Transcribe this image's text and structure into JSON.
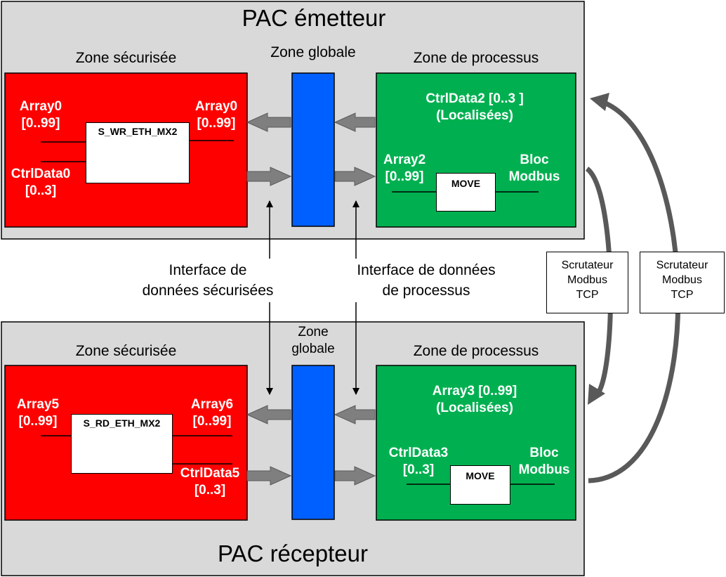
{
  "colors": {
    "panel": "#d9d9d9",
    "secure_zone": "#ff0000",
    "global_zone": "#0060ff",
    "process_zone": "#00b050",
    "arrow": "#777777"
  },
  "sender": {
    "title": "PAC émetteur",
    "secure_zone_title": "Zone sécurisée",
    "global_zone_title": "Zone globale",
    "process_zone_title": "Zone de processus",
    "block_label": "S_WR_ETH_MX2",
    "in_array": [
      "Array0",
      "[0..99]"
    ],
    "in_ctrl": [
      "CtrlData0",
      "[0..3]"
    ],
    "out_array": [
      "Array0",
      "[0..99]"
    ],
    "process_header": [
      "CtrlData2 [0..3 ]",
      "(Localisées)"
    ],
    "process_var": [
      "Array2",
      "[0..99]"
    ],
    "move_label": "MOVE",
    "modbus_block": [
      "Bloc",
      "Modbus"
    ]
  },
  "interfaces": {
    "secure": [
      "Interface de",
      "données sécurisées"
    ],
    "process": [
      "Interface de données",
      "de processus"
    ]
  },
  "scanners": [
    [
      "Scrutateur",
      "Modbus",
      "TCP"
    ],
    [
      "Scrutateur",
      "Modbus",
      "TCP"
    ]
  ],
  "receiver": {
    "title": "PAC récepteur",
    "secure_zone_title": "Zone sécurisée",
    "global_zone_title": [
      "Zone",
      "globale"
    ],
    "process_zone_title": "Zone de processus",
    "block_label": "S_RD_ETH_MX2",
    "in_array": [
      "Array5",
      "[0..99]"
    ],
    "out_array": [
      "Array6",
      "[0..99]"
    ],
    "out_ctrl": [
      "CtrlData5",
      "[0..3]"
    ],
    "process_header": [
      "Array3 [0..99]",
      "(Localisées)"
    ],
    "process_var": [
      "CtrlData3",
      "[0..3]"
    ],
    "move_label": "MOVE",
    "modbus_block": [
      "Bloc",
      "Modbus"
    ]
  }
}
